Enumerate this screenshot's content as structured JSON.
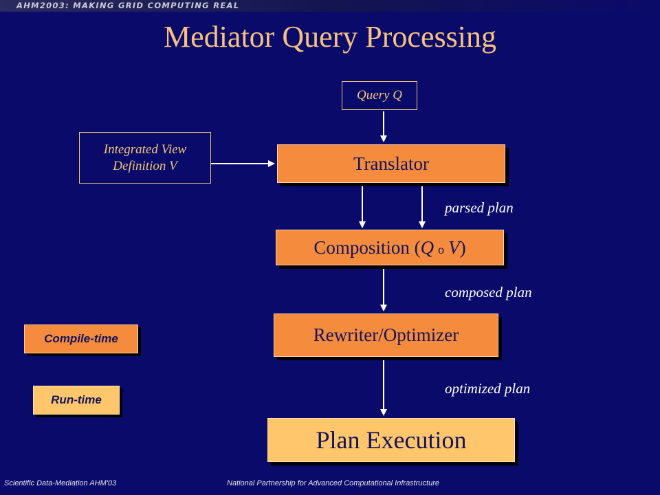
{
  "header": {
    "banner": "AHM2003: MAKING GRID COMPUTING REAL"
  },
  "title": "Mediator Query Processing",
  "inputs": {
    "query": "Query Q",
    "view_line1": "Integrated View",
    "view_line2": "Definition V"
  },
  "stages": {
    "translator": "Translator",
    "composition_prefix": "Composition (",
    "composition_q": "Q",
    "composition_op": "o",
    "composition_v": "V",
    "composition_suffix": ")",
    "rewriter": "Rewriter/Optimizer",
    "execution": "Plan Execution"
  },
  "edge_labels": {
    "parsed": "parsed plan",
    "composed": "composed plan",
    "optimized": "optimized plan"
  },
  "legend": {
    "compile": "Compile-time",
    "run": "Run-time"
  },
  "footer": {
    "left": "Scientific Data-Mediation AHM'03",
    "right": "National Partnership for Advanced Computational Infrastructure"
  },
  "colors": {
    "background": "#0a0a6a",
    "compile_stage": "#f58b3d",
    "run_stage": "#ffc66b",
    "title": "#f6c27e",
    "input_label": "#f1c86f"
  }
}
